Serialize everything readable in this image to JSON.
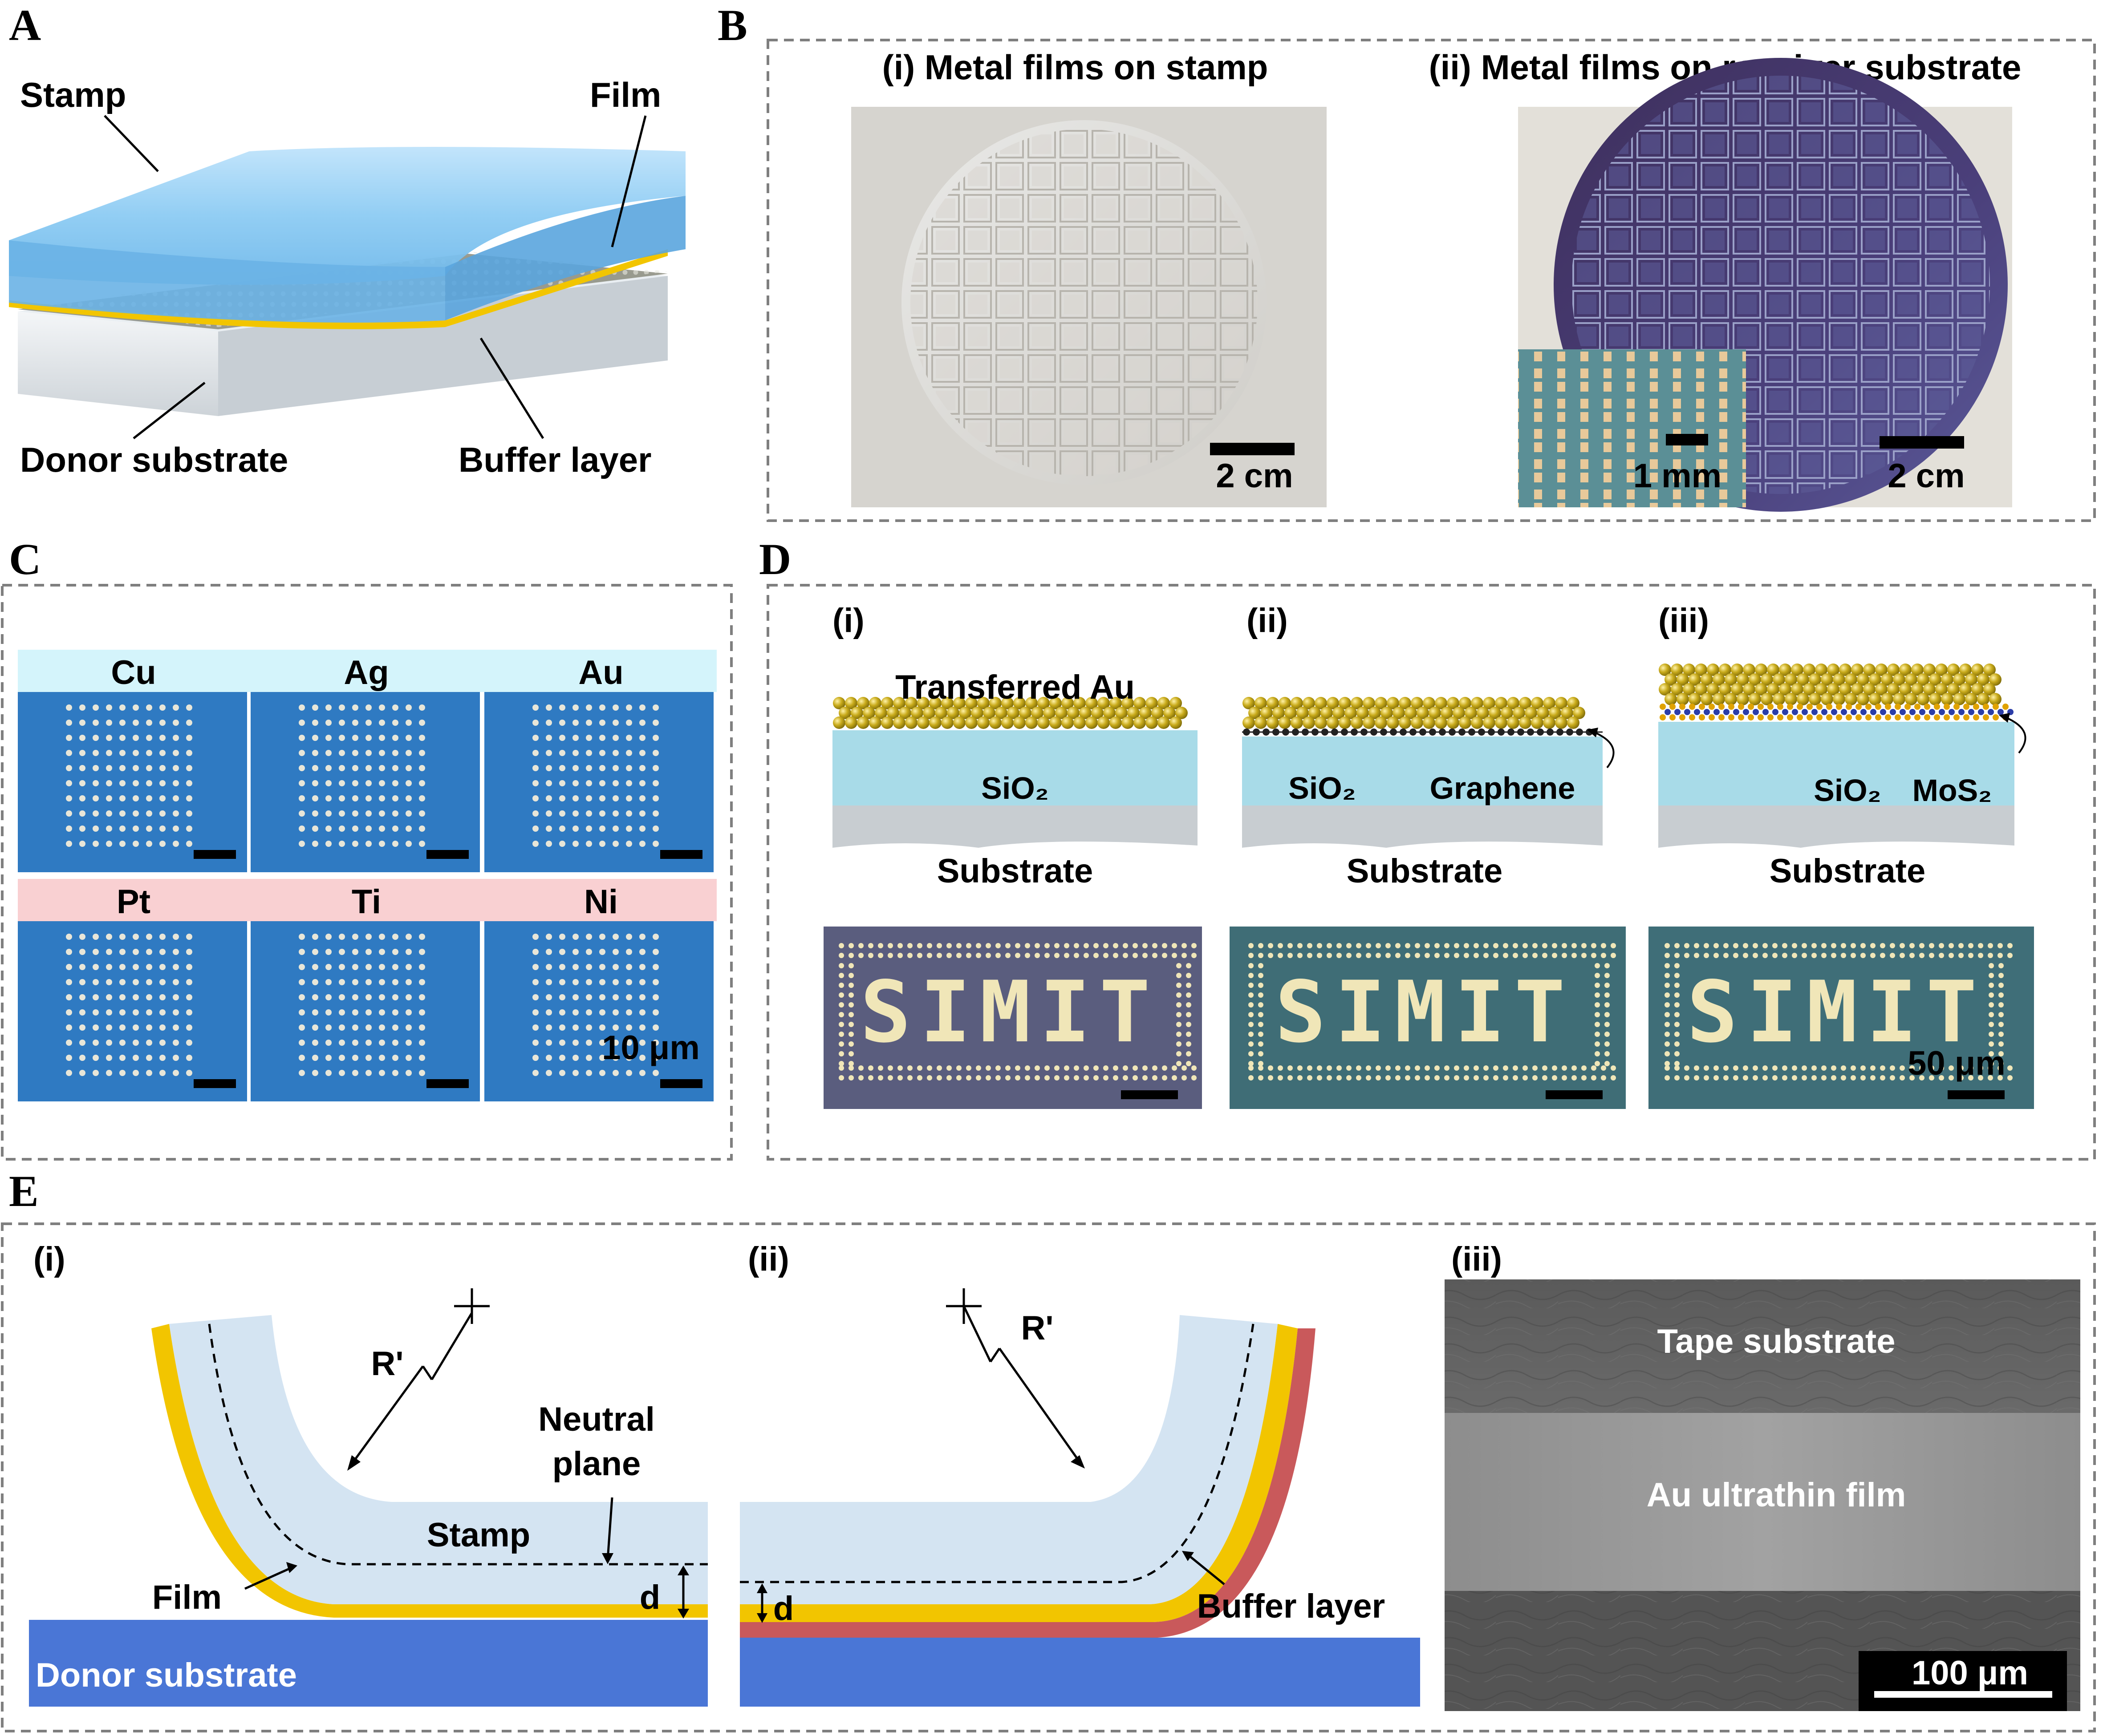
{
  "panels": {
    "a": {
      "letter": "A",
      "labels": {
        "stamp": "Stamp",
        "film": "Film",
        "donor": "Donor substrate",
        "buffer": "Buffer layer"
      }
    },
    "b": {
      "letter": "B",
      "sub1": {
        "title": "(i) Metal films on stamp",
        "scale": "2 cm"
      },
      "sub2": {
        "title": "(ii) Metal films on receiver substrate",
        "scale": "2 cm",
        "inset_scale": "1 mm"
      }
    },
    "c": {
      "letter": "C",
      "metals": [
        "Cu",
        "Ag",
        "Au",
        "Pt",
        "Ti",
        "Ni"
      ],
      "scale": "10 μm"
    },
    "d": {
      "letter": "D",
      "sub": [
        {
          "tag": "(i)",
          "top_label": "Transferred Au",
          "sio2": "SiO₂",
          "interlayer": "",
          "substrate": "Substrate",
          "word": "SIMIT"
        },
        {
          "tag": "(ii)",
          "top_label": "",
          "sio2": "SiO₂",
          "interlayer": "Graphene",
          "substrate": "Substrate",
          "word": "SIMIT"
        },
        {
          "tag": "(iii)",
          "top_label": "",
          "sio2": "SiO₂",
          "interlayer": "MoS₂",
          "substrate": "Substrate",
          "word": "SIMIT"
        }
      ],
      "scale": "50 μm"
    },
    "e": {
      "letter": "E",
      "i": {
        "tag": "(i)",
        "radius": "R'",
        "neutral1": "Neutral",
        "neutral2": "plane",
        "stamp": "Stamp",
        "film": "Film",
        "d": "d",
        "donor": "Donor substrate"
      },
      "ii": {
        "tag": "(ii)",
        "radius": "R'",
        "d": "d",
        "buffer": "Buffer layer"
      },
      "iii": {
        "tag": "(iii)",
        "top": "Tape substrate",
        "middle": "Au ultrathin film",
        "scale": "100 μm"
      }
    }
  },
  "colors": {
    "stamp_blue": "#8ecbf2",
    "film_gold": "#f2c500",
    "buffer_red": "#c9595b",
    "substrate_blue": "#4a76d6",
    "stamp_light": "#d4e4f2",
    "tile_cyan": "#d4f4fb",
    "tile_pink": "#f9d0d2",
    "micro_blue": "#2f7ac2",
    "sio2_blue": "#a8dbe8"
  }
}
